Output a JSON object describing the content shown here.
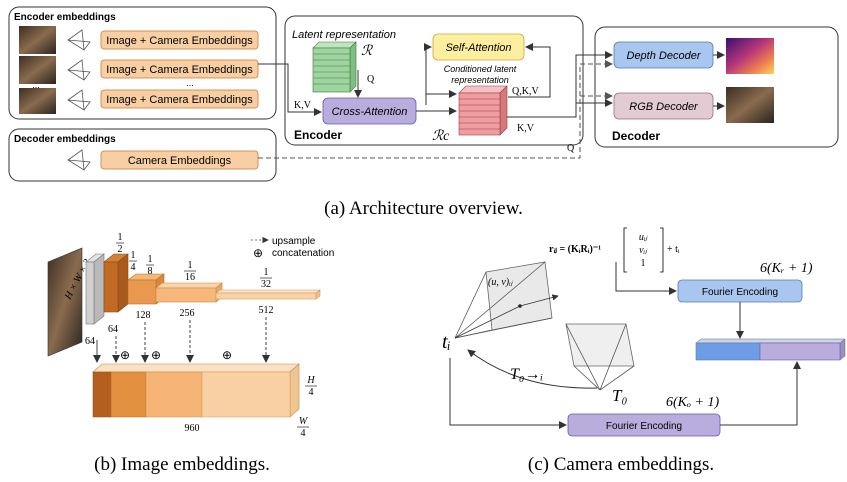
{
  "top": {
    "encoder_embeddings_title": "Encoder embeddings",
    "decoder_embeddings_title": "Decoder embeddings",
    "image_camera_label": "Image + Camera Embeddings",
    "camera_embeddings_label": "Camera Embeddings",
    "ellipsis_left": "...",
    "ellipsis_right": "...",
    "latent_representation": "Latent representation",
    "latent_symbol": "ℛ",
    "self_attention": "Self-Attention",
    "cross_attention": "Cross-Attention",
    "conditioned_latent_line1": "Conditioned latent",
    "conditioned_latent_line2": "representation",
    "conditioned_symbol": "ℛc",
    "encoder_label": "Encoder",
    "decoder_label": "Decoder",
    "depth_decoder": "Depth Decoder",
    "rgb_decoder": "RGB Decoder",
    "q": "Q",
    "kv": "K,V",
    "qkv": "Q,K,V",
    "caption": "(a) Architecture overview."
  },
  "image_emb": {
    "input_dim": "H × W × 3",
    "frac_half": [
      "1",
      "2"
    ],
    "frac_quarter": [
      "1",
      "4"
    ],
    "frac_eighth": [
      "1",
      "8"
    ],
    "frac_sixteenth": [
      "1",
      "16"
    ],
    "frac_thirtysecond": [
      "1",
      "32"
    ],
    "ch_64a": "64",
    "ch_64b": "64",
    "ch_128": "128",
    "ch_256": "256",
    "ch_512": "512",
    "ch_960": "960",
    "out_h": [
      "H",
      "4"
    ],
    "out_w": [
      "W",
      "4"
    ],
    "legend_upsample": "upsample",
    "legend_concat": "concatenation",
    "plus": "⊕",
    "caption": "(b) Image embeddings."
  },
  "camera_emb": {
    "ray_formula": "rᵢⱼ = (KᵢRᵢ)⁻¹",
    "vec_u": "uᵢⱼ",
    "vec_v": "vᵢⱼ",
    "vec_one": "1",
    "plus_t": "+ tᵢ",
    "uv_label": "(u, v)ᵢⱼ",
    "ti": "tᵢ",
    "t0i": "T₀→ᵢ",
    "t0": "T₀",
    "kr_dim": "6(Kᵣ + 1)",
    "ko_dim": "6(Kₒ + 1)",
    "fourier_top": "Fourier Encoding",
    "fourier_bottom": "Fourier Encoding",
    "caption": "(c) Camera embeddings."
  },
  "colors": {
    "orange_box": "#f8cfa3",
    "purple_box": "#b8addd",
    "blue_box": "#a9c6ef",
    "yellow_box": "#fdeea0",
    "green_stack": "#9fd39f",
    "red_stack": "#ee9da1"
  }
}
